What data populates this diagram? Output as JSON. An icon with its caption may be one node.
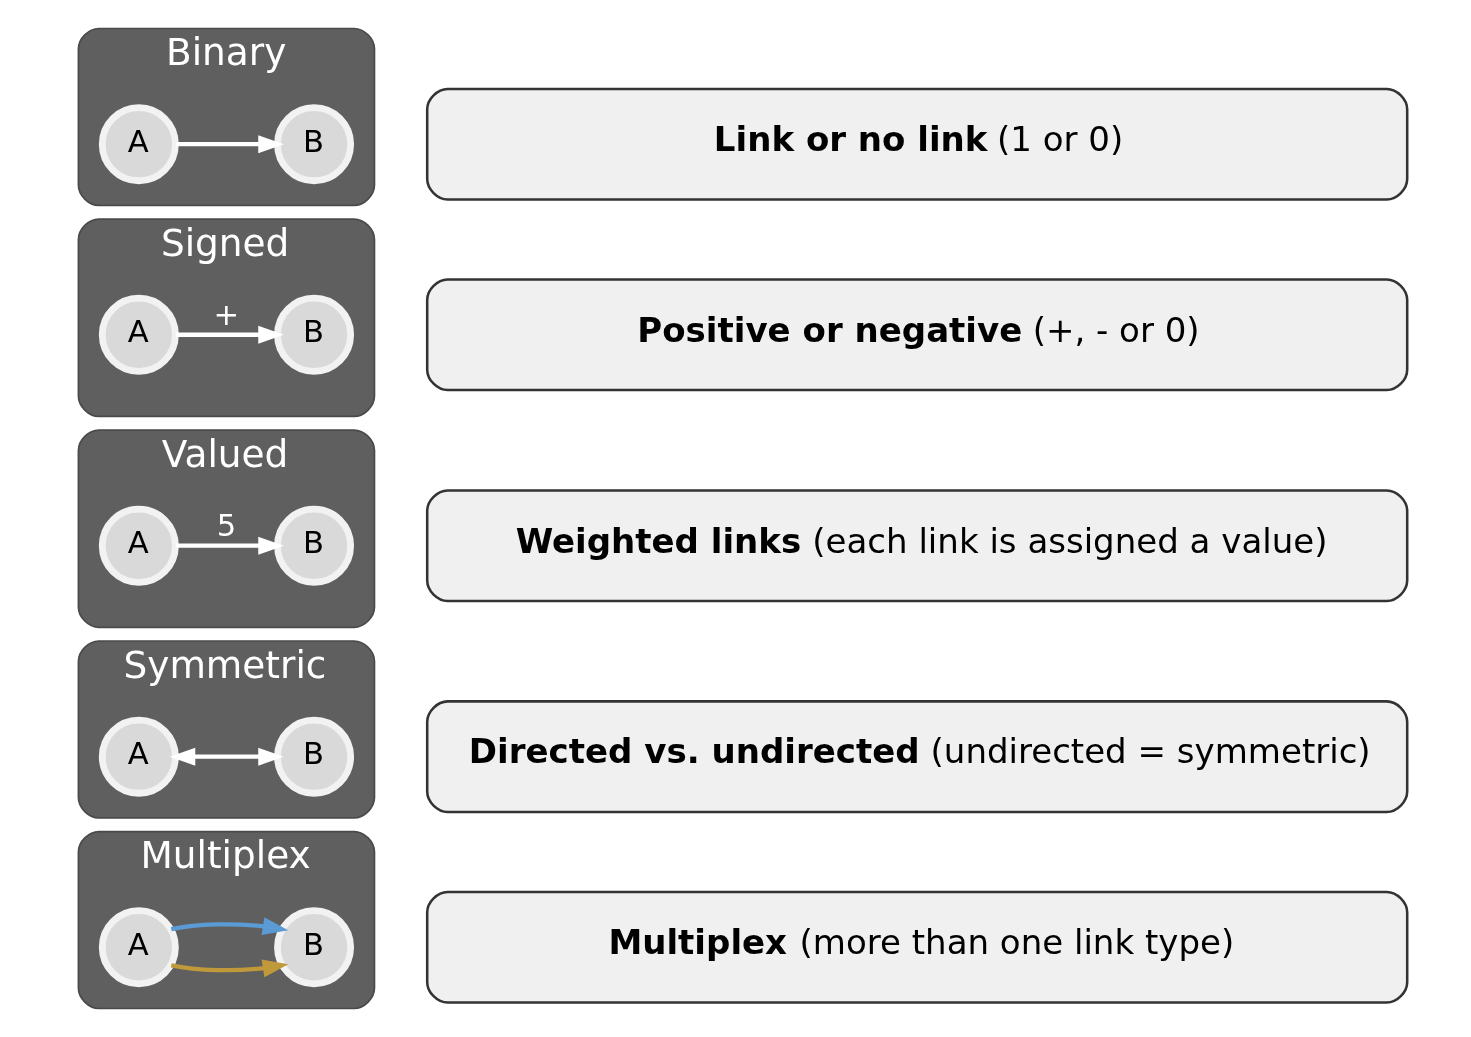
{
  "diagram": {
    "nodes": [
      {
        "text": [
          "Binary"
        ]
      },
      {
        "text": [
          "A"
        ],
        "in": 0
      },
      {
        "text": [
          "B"
        ],
        "in": 0
      },
      {
        "text": [
          "**Link or no link** (1 or 0)"
        ]
      },
      {
        "text": [
          "Signed"
        ]
      },
      {
        "text": [
          "A"
        ],
        "in": 4
      },
      {
        "text": [
          "B"
        ],
        "in": 4
      },
      {
        "text": [
          "**Positive or negative** (+, - or 0)"
        ]
      },
      {
        "text": [
          "Valued"
        ]
      },
      {
        "text": [
          "A"
        ],
        "in": 8
      },
      {
        "text": [
          "B"
        ],
        "in": 8
      },
      {
        "text": [
          "**Weighted links** (each link is assigned a value)"
        ]
      },
      {
        "text": [
          "Symmetric"
        ]
      },
      {
        "text": [
          "A"
        ],
        "in": 12
      },
      {
        "text": [
          "B"
        ],
        "in": 12
      },
      {
        "text": [
          "**Directed vs. undirected** (undirected = symmetric)"
        ]
      },
      {
        "text": [
          "Multiplex"
        ]
      },
      {
        "text": [
          "A"
        ],
        "in": 16
      },
      {
        "text": [
          "B"
        ],
        "in": 16
      },
      {
        "text": [
          "**Multiplex** (more than one link type)"
        ]
      }
    ],
    "edges": [
      {
        "from": 1,
        "to": 2,
        "arrow": "to"
      },
      {
        "from": 5,
        "to": 6,
        "arrow": "to",
        "label": "+"
      },
      {
        "from": 9,
        "to": 10,
        "arrow": "to",
        "label": "5"
      },
      {
        "from": 13,
        "to": 14,
        "arrow": "both"
      },
      {
        "from": 17,
        "to": 18,
        "arrow": "to",
        "color": "#c09a3a"
      },
      {
        "from": 17,
        "to": 18,
        "arrow": "to",
        "color": "#5b9bd5"
      }
    ]
  }
}
